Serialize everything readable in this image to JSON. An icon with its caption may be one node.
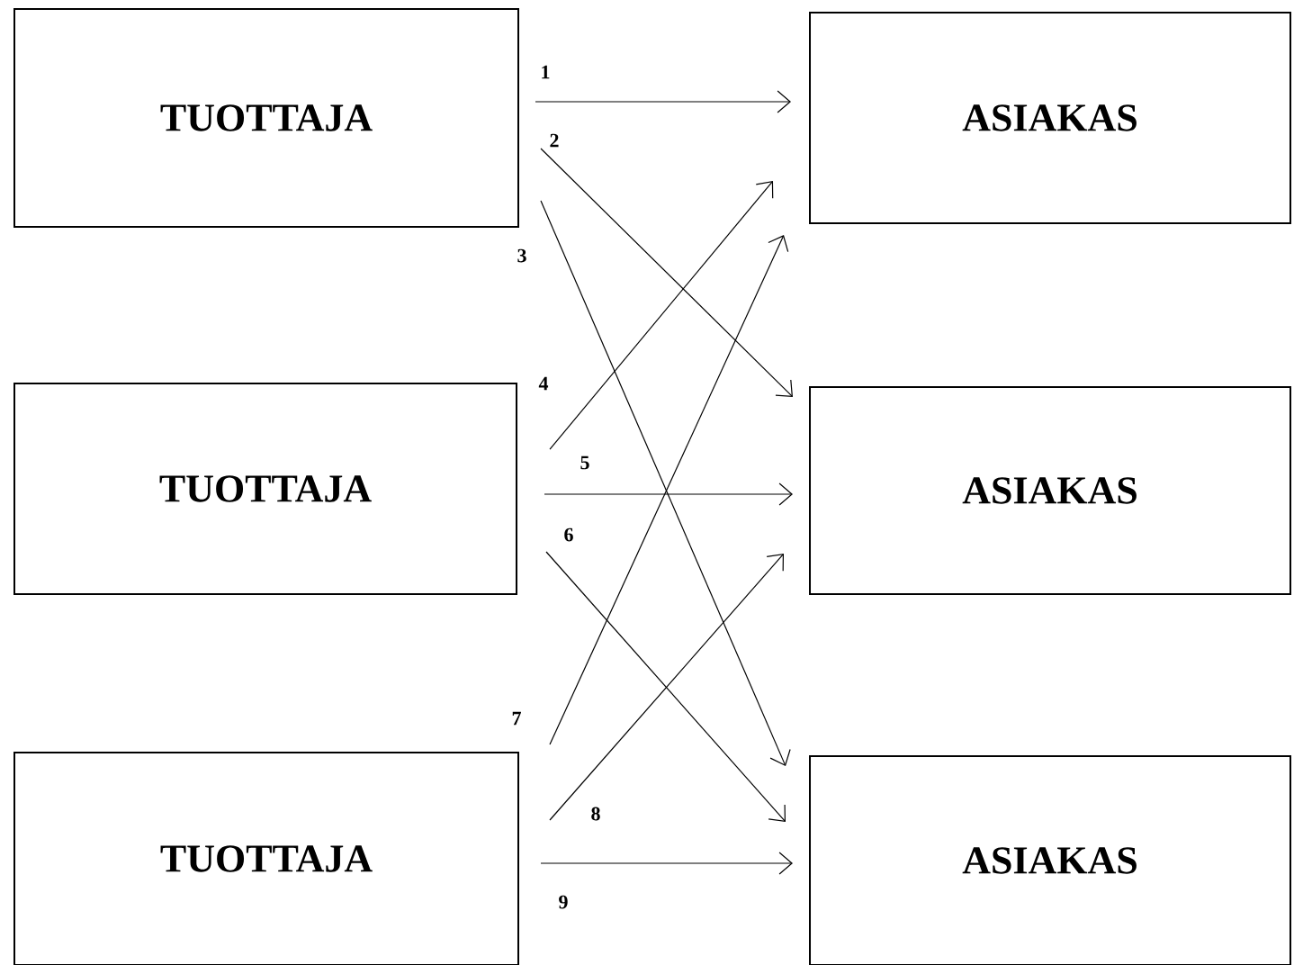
{
  "diagram": {
    "nodes": [
      {
        "text": [
          "TUOTTAJA"
        ]
      },
      {
        "text": [
          "TUOTTAJA"
        ]
      },
      {
        "text": [
          "TUOTTAJA"
        ]
      },
      {
        "text": [
          "ASIAKAS"
        ]
      },
      {
        "text": [
          "ASIAKAS"
        ]
      },
      {
        "text": [
          "ASIAKAS"
        ]
      }
    ],
    "edges": [
      {
        "from": 0,
        "to": 3,
        "arrow": "to",
        "label": "1"
      },
      {
        "from": 0,
        "to": 4,
        "arrow": "to",
        "label": "2"
      },
      {
        "from": 0,
        "to": 5,
        "arrow": "to",
        "label": "3"
      },
      {
        "from": 1,
        "to": 3,
        "arrow": "to",
        "label": "4"
      },
      {
        "from": 1,
        "to": 4,
        "arrow": "to",
        "label": "5"
      },
      {
        "from": 1,
        "to": 5,
        "arrow": "to",
        "label": "6"
      },
      {
        "from": 2,
        "to": 3,
        "arrow": "to",
        "label": "7"
      },
      {
        "from": 2,
        "to": 4,
        "arrow": "to",
        "label": "8"
      },
      {
        "from": 2,
        "to": 5,
        "arrow": "to",
        "label": "9"
      }
    ]
  }
}
